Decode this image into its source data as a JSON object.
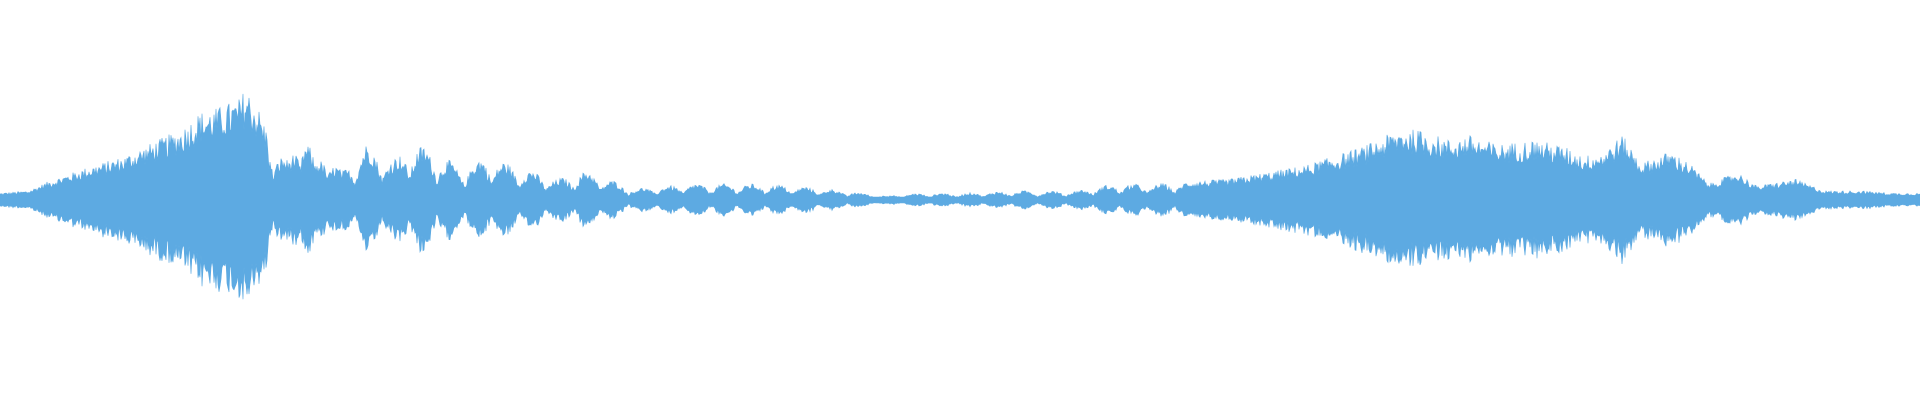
{
  "waveform": {
    "color": "#5DAAE2",
    "background": "#FFFFFF",
    "amplitude_profile": [
      [
        0.0,
        0.03
      ],
      [
        0.015,
        0.04
      ],
      [
        0.025,
        0.08
      ],
      [
        0.045,
        0.14
      ],
      [
        0.065,
        0.19
      ],
      [
        0.08,
        0.25
      ],
      [
        0.095,
        0.31
      ],
      [
        0.104,
        0.38
      ],
      [
        0.114,
        0.4
      ],
      [
        0.125,
        0.44
      ],
      [
        0.128,
        0.49
      ],
      [
        0.135,
        0.39
      ],
      [
        0.14,
        0.28
      ],
      [
        0.15,
        0.17
      ],
      [
        0.158,
        0.35
      ],
      [
        0.164,
        0.16
      ],
      [
        0.17,
        0.24
      ],
      [
        0.178,
        0.12
      ],
      [
        0.19,
        0.25
      ],
      [
        0.205,
        0.18
      ],
      [
        0.215,
        0.25
      ],
      [
        0.225,
        0.22
      ],
      [
        0.24,
        0.14
      ],
      [
        0.252,
        0.19
      ],
      [
        0.27,
        0.15
      ],
      [
        0.29,
        0.09
      ],
      [
        0.305,
        0.13
      ],
      [
        0.33,
        0.05
      ],
      [
        0.36,
        0.07
      ],
      [
        0.4,
        0.07
      ],
      [
        0.43,
        0.05
      ],
      [
        0.46,
        0.02
      ],
      [
        0.48,
        0.03
      ],
      [
        0.5,
        0.03
      ],
      [
        0.53,
        0.04
      ],
      [
        0.56,
        0.04
      ],
      [
        0.58,
        0.07
      ],
      [
        0.6,
        0.07
      ],
      [
        0.64,
        0.09
      ],
      [
        0.68,
        0.15
      ],
      [
        0.71,
        0.23
      ],
      [
        0.73,
        0.31
      ],
      [
        0.74,
        0.3
      ],
      [
        0.755,
        0.26
      ],
      [
        0.765,
        0.28
      ],
      [
        0.78,
        0.24
      ],
      [
        0.8,
        0.26
      ],
      [
        0.815,
        0.23
      ],
      [
        0.825,
        0.19
      ],
      [
        0.835,
        0.21
      ],
      [
        0.845,
        0.28
      ],
      [
        0.855,
        0.16
      ],
      [
        0.87,
        0.21
      ],
      [
        0.88,
        0.16
      ],
      [
        0.89,
        0.07
      ],
      [
        0.905,
        0.12
      ],
      [
        0.915,
        0.06
      ],
      [
        0.935,
        0.09
      ],
      [
        0.95,
        0.04
      ],
      [
        0.97,
        0.04
      ],
      [
        0.985,
        0.03
      ],
      [
        1.0,
        0.03
      ]
    ]
  }
}
